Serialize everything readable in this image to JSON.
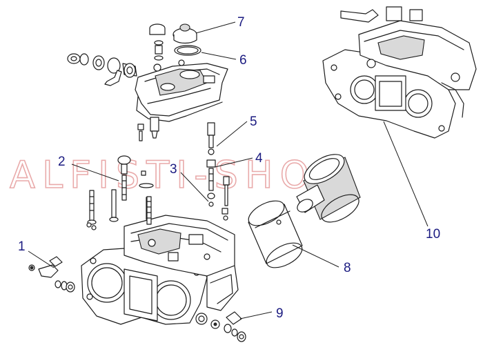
{
  "watermark": "ALFISTI-SHOP",
  "callouts": [
    {
      "id": "1",
      "label": "1"
    },
    {
      "id": "2",
      "label": "2"
    },
    {
      "id": "3",
      "label": "3"
    },
    {
      "id": "4",
      "label": "4"
    },
    {
      "id": "5",
      "label": "5"
    },
    {
      "id": "6",
      "label": "6"
    },
    {
      "id": "7",
      "label": "7"
    },
    {
      "id": "8",
      "label": "8"
    },
    {
      "id": "9",
      "label": "9"
    },
    {
      "id": "10",
      "label": "10"
    }
  ],
  "colors": {
    "callout_text": "#1a1a80",
    "line_art": "#1b1b1b",
    "watermark": "#e9aaaa",
    "background": "#ffffff"
  }
}
